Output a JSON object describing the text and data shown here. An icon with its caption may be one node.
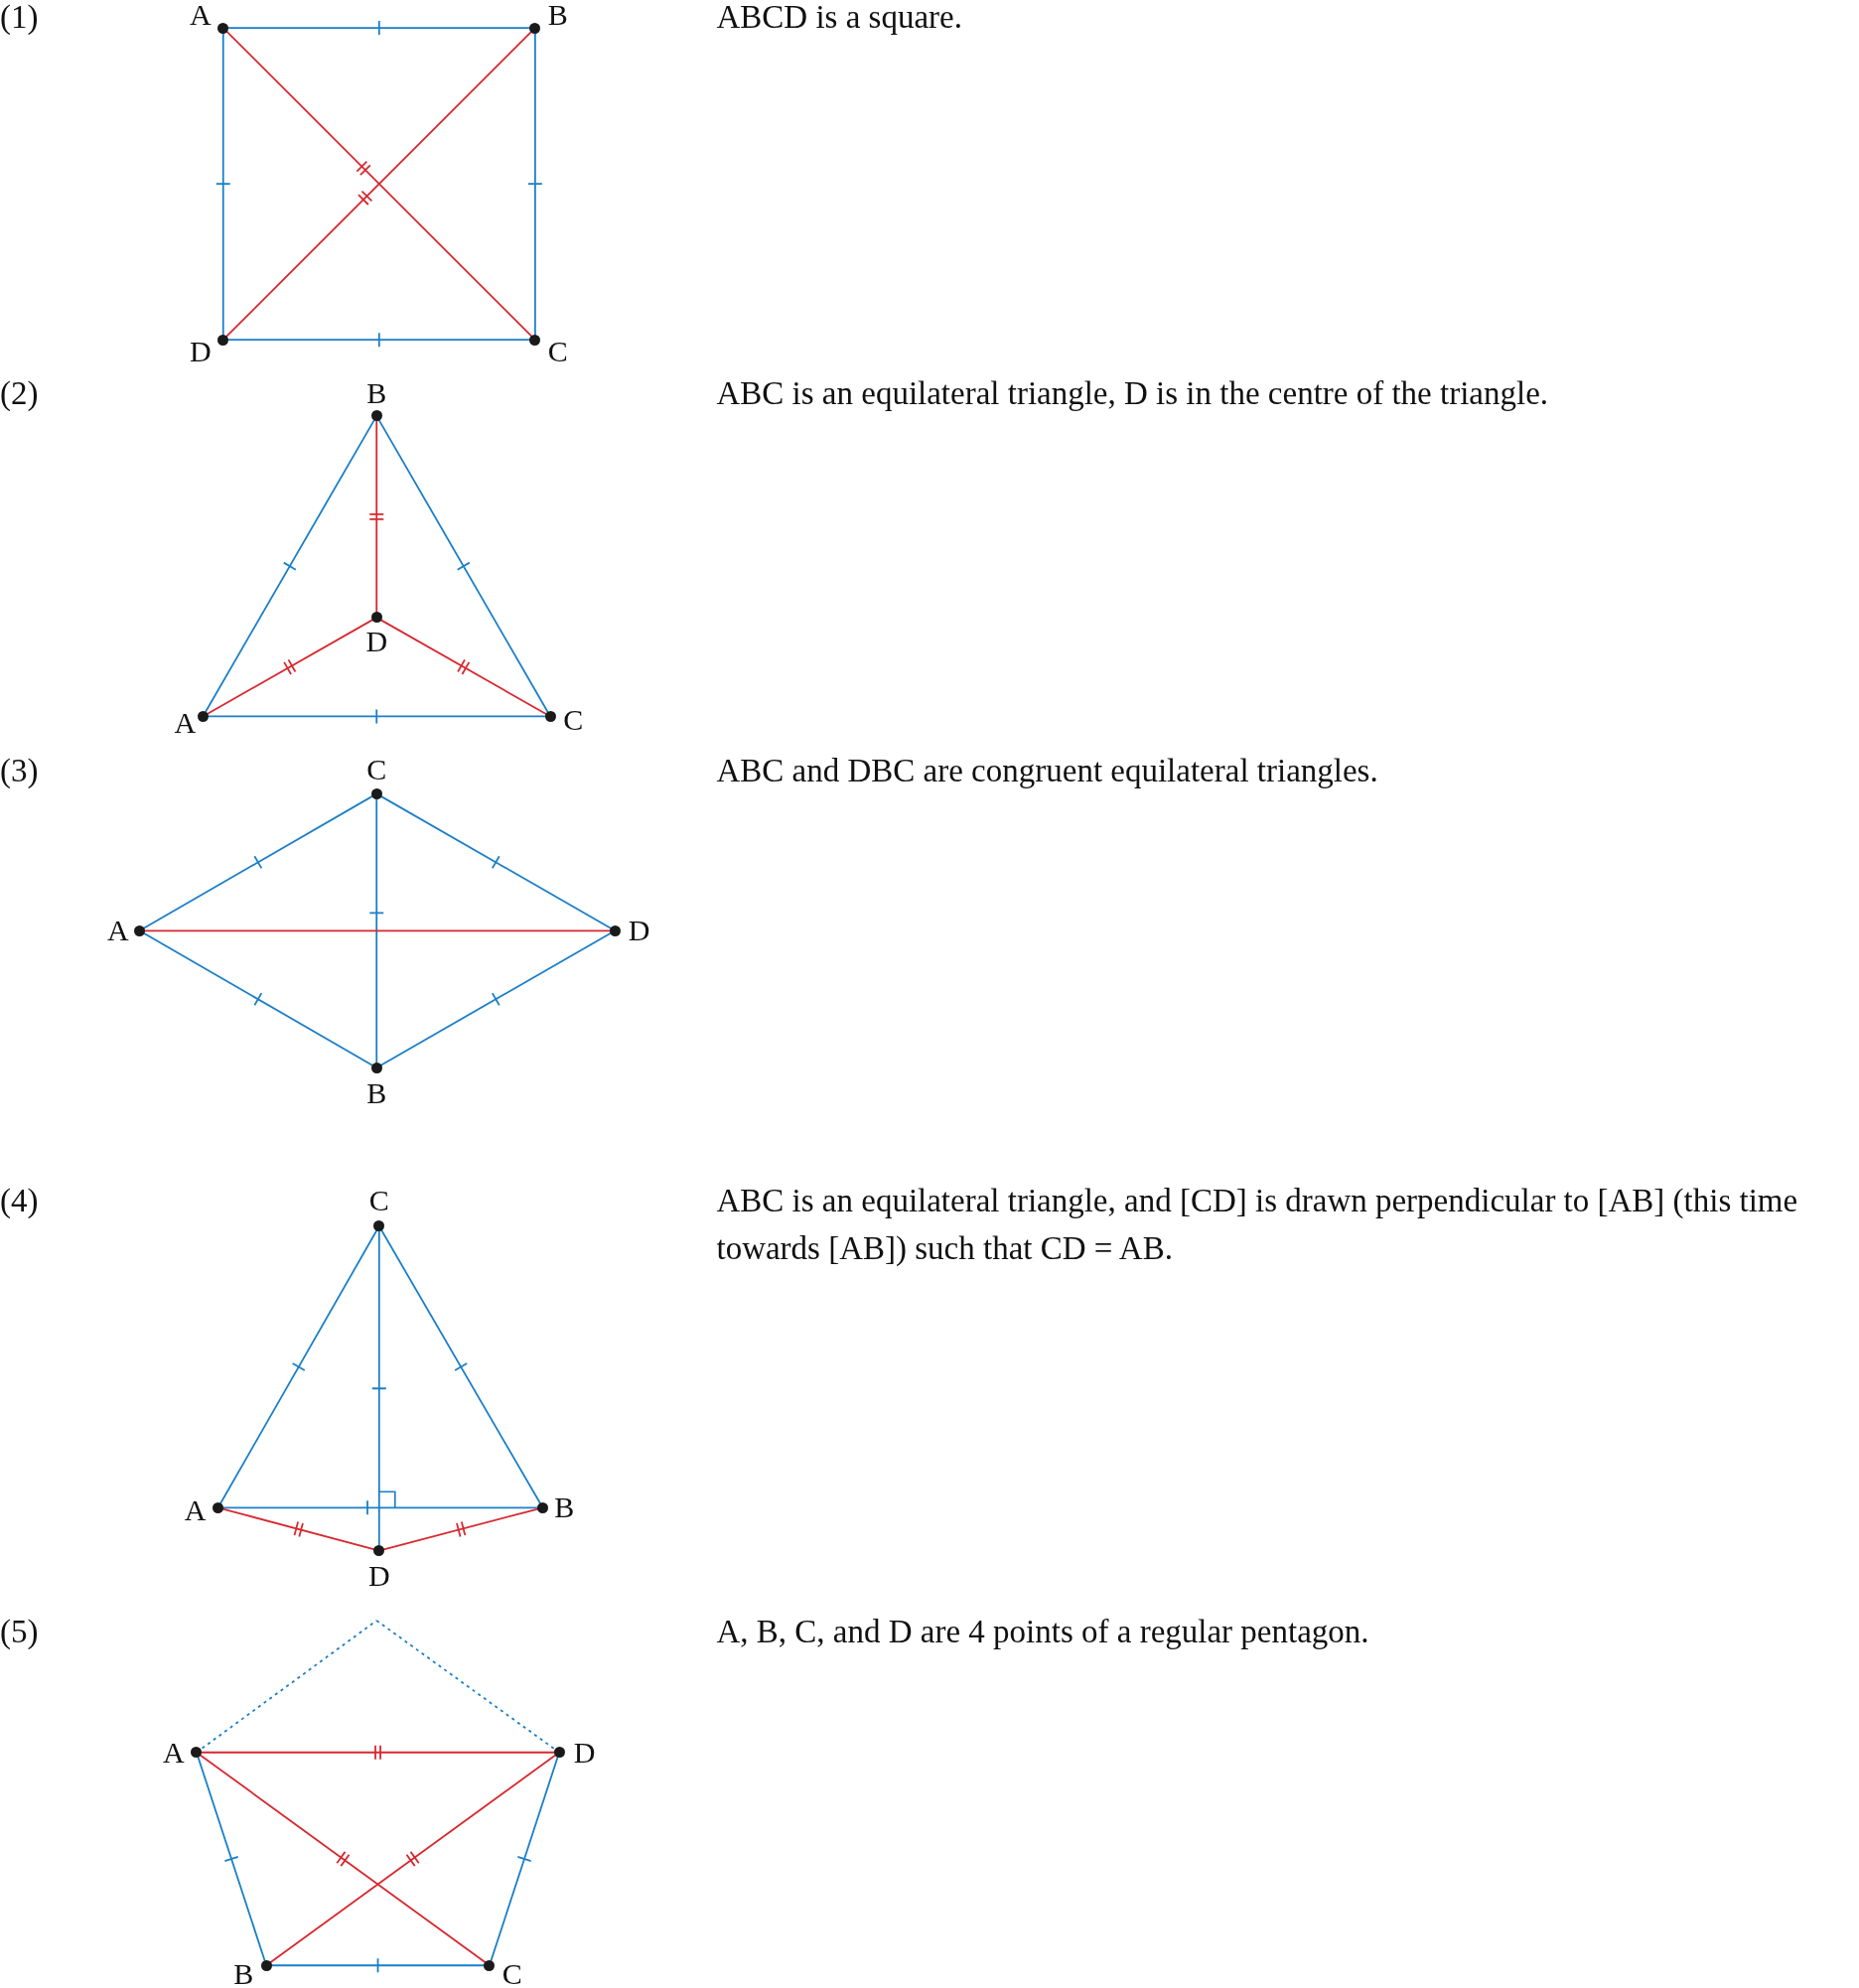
{
  "diagram": {
    "nodes": [
      {
        "text": [
          "A"
        ]
      },
      {
        "text": [
          "B"
        ]
      },
      {
        "text": [
          "C"
        ]
      },
      {
        "text": [
          "D"
        ]
      },
      {
        "text": [
          "A"
        ]
      },
      {
        "text": [
          "B"
        ]
      },
      {
        "text": [
          "C"
        ]
      },
      {
        "text": [
          "D"
        ]
      },
      {
        "text": [
          "A"
        ]
      },
      {
        "text": [
          "B"
        ]
      },
      {
        "text": [
          "C"
        ]
      },
      {
        "text": [
          "D"
        ]
      },
      {
        "text": [
          "A"
        ]
      },
      {
        "text": [
          "B"
        ]
      },
      {
        "text": [
          "C"
        ]
      },
      {
        "text": [
          "D"
        ]
      },
      {
        "text": [
          "A"
        ]
      },
      {
        "text": [
          "B"
        ]
      },
      {
        "text": [
          "C"
        ]
      },
      {
        "text": [
          "D"
        ]
      }
    ],
    "edges": [
      {
        "from": 0,
        "to": 1,
        "arrow": "none"
      },
      {
        "from": 1,
        "to": 2,
        "arrow": "none"
      },
      {
        "from": 2,
        "to": 3,
        "arrow": "none"
      },
      {
        "from": 3,
        "to": 0,
        "arrow": "none"
      },
      {
        "from": 0,
        "to": 2,
        "arrow": "none",
        "color": "#d7282f"
      },
      {
        "from": 1,
        "to": 3,
        "arrow": "none",
        "color": "#d7282f"
      },
      {
        "from": 4,
        "to": 5,
        "arrow": "none"
      },
      {
        "from": 5,
        "to": 6,
        "arrow": "none"
      },
      {
        "from": 6,
        "to": 4,
        "arrow": "none"
      },
      {
        "from": 7,
        "to": 4,
        "arrow": "none",
        "color": "#d7282f"
      },
      {
        "from": 7,
        "to": 5,
        "arrow": "none",
        "color": "#d7282f"
      },
      {
        "from": 7,
        "to": 6,
        "arrow": "none",
        "color": "#d7282f"
      },
      {
        "from": 8,
        "to": 10,
        "arrow": "none"
      },
      {
        "from": 10,
        "to": 11,
        "arrow": "none"
      },
      {
        "from": 11,
        "to": 9,
        "arrow": "none"
      },
      {
        "from": 9,
        "to": 8,
        "arrow": "none"
      },
      {
        "from": 10,
        "to": 9,
        "arrow": "none"
      },
      {
        "from": 8,
        "to": 11,
        "arrow": "none",
        "color": "#d7282f"
      },
      {
        "from": 12,
        "to": 14,
        "arrow": "none"
      },
      {
        "from": 14,
        "to": 13,
        "arrow": "none"
      },
      {
        "from": 12,
        "to": 13,
        "arrow": "none"
      },
      {
        "from": 14,
        "to": 15,
        "arrow": "none"
      },
      {
        "from": 12,
        "to": 15,
        "arrow": "none",
        "color": "#d7282f"
      },
      {
        "from": 15,
        "to": 13,
        "arrow": "none",
        "color": "#d7282f"
      },
      {
        "from": 16,
        "to": 19,
        "arrow": "none",
        "color": "#d7282f"
      },
      {
        "from": 16,
        "to": 18,
        "arrow": "none",
        "color": "#d7282f"
      },
      {
        "from": 19,
        "to": 17,
        "arrow": "none",
        "color": "#d7282f"
      },
      {
        "from": 16,
        "to": 17,
        "arrow": "none"
      },
      {
        "from": 17,
        "to": 18,
        "arrow": "none"
      },
      {
        "from": 18,
        "to": 19,
        "arrow": "none"
      },
      {
        "from": 16,
        "to": null,
        "arrow": "none",
        "style": "dashed"
      },
      {
        "from": null,
        "to": 19,
        "arrow": "none",
        "style": "dashed"
      }
    ],
    "labels": [
      "(1)",
      "ABCD is a square.",
      "(2)",
      "ABC is an equilateral triangle, D is in the centre of the triangle.",
      "(3)",
      "ABC and DBC are congruent equilateral triangles.",
      "(4)",
      "ABC is an equilateral triangle, and [CD] is drawn perpendicular to [AB] (this time towards [AB]) such that CD = AB.",
      "(5)",
      "A, B, C, and D are 4 points of a regular pentagon."
    ]
  }
}
